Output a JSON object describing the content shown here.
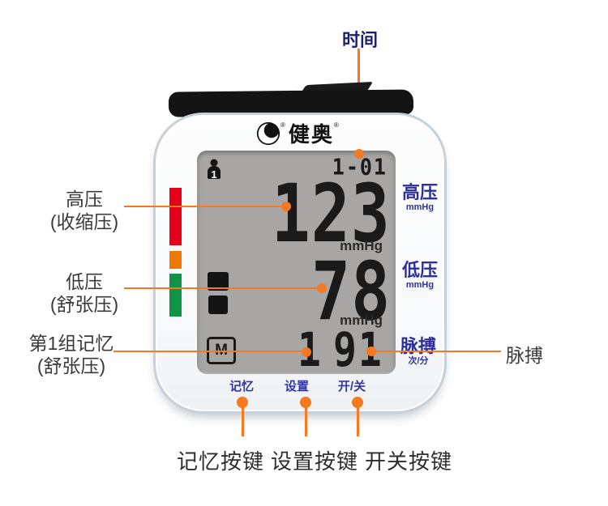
{
  "callouts": {
    "time": "时间",
    "systolic_title": "高压",
    "systolic_sub": "(收缩压)",
    "diastolic_title": "低压",
    "diastolic_sub": "(舒张压)",
    "memory_title": "第1组记忆",
    "memory_sub": "(舒张压)",
    "pulse": "脉搏",
    "memory_key": "记忆按键",
    "set_key": "设置按键",
    "power_key": "开关按键"
  },
  "device": {
    "brand": "健奥",
    "registered_mark": "®",
    "display": {
      "time": "1-01",
      "user_number": "1",
      "systolic": "123",
      "diastolic": "78",
      "memory_symbol": "M",
      "memory_group": "1",
      "pulse": "91",
      "unit_mmhg": "mmHg"
    },
    "side_labels": {
      "systolic_name": "高压",
      "systolic_unit": "mmHg",
      "diastolic_name": "低压",
      "diastolic_unit": "mmHg",
      "pulse_name": "脉搏",
      "pulse_unit": "次/分"
    },
    "buttons": {
      "memory": "记忆",
      "set": "设置",
      "power": "开/关"
    }
  },
  "colors": {
    "callout_line": "#f47920",
    "bar_red": "#e50019",
    "bar_orange": "#ee7800",
    "bar_green": "#0f9447",
    "device_text_blue": "#2f2f9c",
    "lcd_bg": "#a7a6a4"
  }
}
